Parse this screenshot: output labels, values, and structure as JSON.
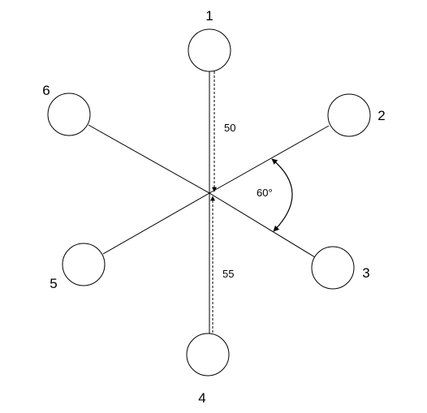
{
  "nodes": [
    {
      "label": "1"
    },
    {
      "label": "2"
    },
    {
      "label": "3"
    },
    {
      "label": "4"
    },
    {
      "label": "5"
    },
    {
      "label": "6"
    }
  ],
  "dimensions": {
    "upper": "50",
    "lower": "55",
    "angle": "60°"
  },
  "colors": {
    "stroke": "#000000",
    "background": "#ffffff"
  }
}
